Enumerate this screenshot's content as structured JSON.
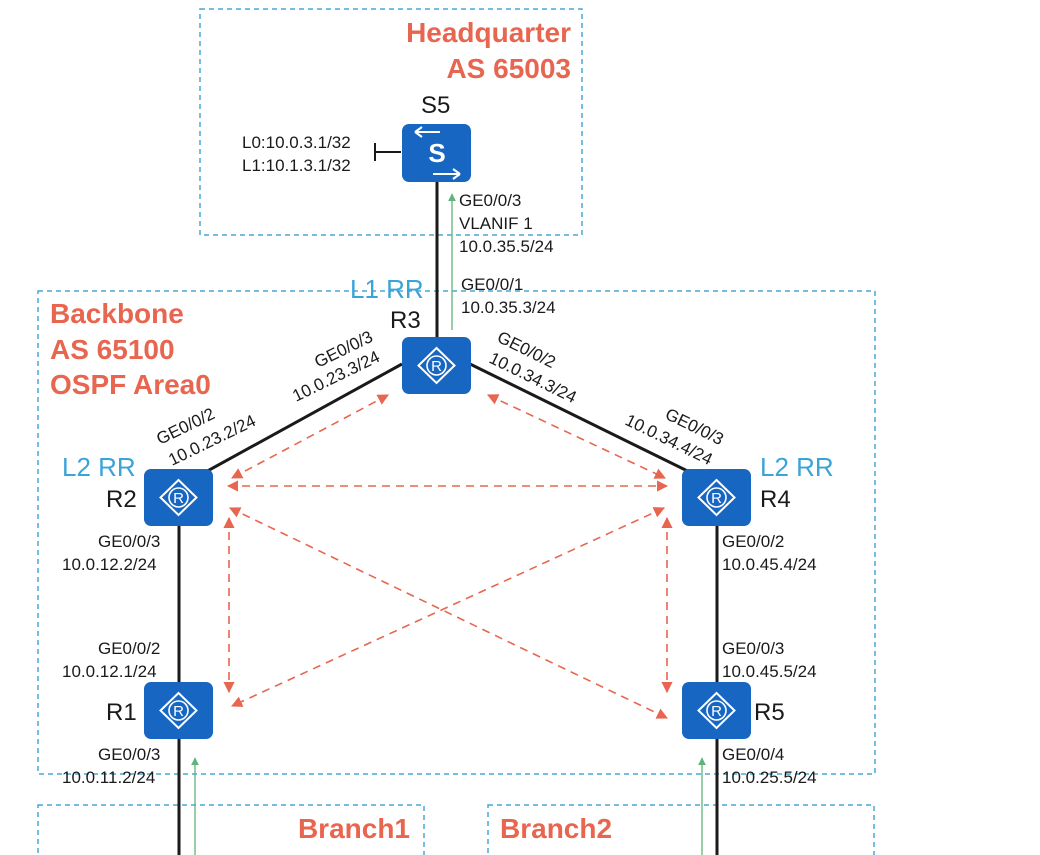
{
  "regions": {
    "headquarter": {
      "name": "Headquarter",
      "as": "AS 65003"
    },
    "backbone": {
      "name": "Backbone",
      "as": "AS 65100",
      "ospf": "OSPF Area0"
    },
    "branch1": {
      "name": "Branch1"
    },
    "branch2": {
      "name": "Branch2"
    }
  },
  "rr_labels": {
    "l1": "L1 RR",
    "l2_left": "L2 RR",
    "l2_right": "L2 RR"
  },
  "nodes": {
    "s5": "S5",
    "r1": "R1",
    "r2": "R2",
    "r3": "R3",
    "r4": "R4",
    "r5": "R5"
  },
  "icon_letters": {
    "switch": "S",
    "router": "R"
  },
  "s5_loopbacks": [
    "L0:10.0.3.1/32",
    "L1:10.1.3.1/32"
  ],
  "interfaces": {
    "s5_ge": "GE0/0/3",
    "s5_vlanif": "VLANIF 1",
    "s5_ip": "10.0.35.5/24",
    "r3_ge1": "GE0/0/1",
    "r3_ip1": "10.0.35.3/24",
    "r3_ge3": "GE0/0/3",
    "r3_ip3": "10.0.23.3/24",
    "r3_ge2": "GE0/0/2",
    "r3_ip2": "10.0.34.3/24",
    "r2_ge2": "GE0/0/2",
    "r2_ip2": "10.0.23.2/24",
    "r4_ge3": "GE0/0/3",
    "r4_ip3": "10.0.34.4/24",
    "r2_ge3": "GE0/0/3",
    "r2_ip3": "10.0.12.2/24",
    "r1_ge2": "GE0/0/2",
    "r1_ip2": "10.0.12.1/24",
    "r1_ge3": "GE0/0/3",
    "r1_ip3": "10.0.11.2/24",
    "r4_ge2": "GE0/0/2",
    "r4_ip2": "10.0.45.4/24",
    "r5_ge3": "GE0/0/3",
    "r5_ip3": "10.0.45.5/24",
    "r5_ge4": "GE0/0/4",
    "r5_ip4": "10.0.25.5/24"
  },
  "colors": {
    "region_title": "#e8664f",
    "rr_label": "#3aa3d8",
    "device": "#1767c2",
    "peer_link": "#e8664f",
    "region_border": "#49a8d6"
  }
}
